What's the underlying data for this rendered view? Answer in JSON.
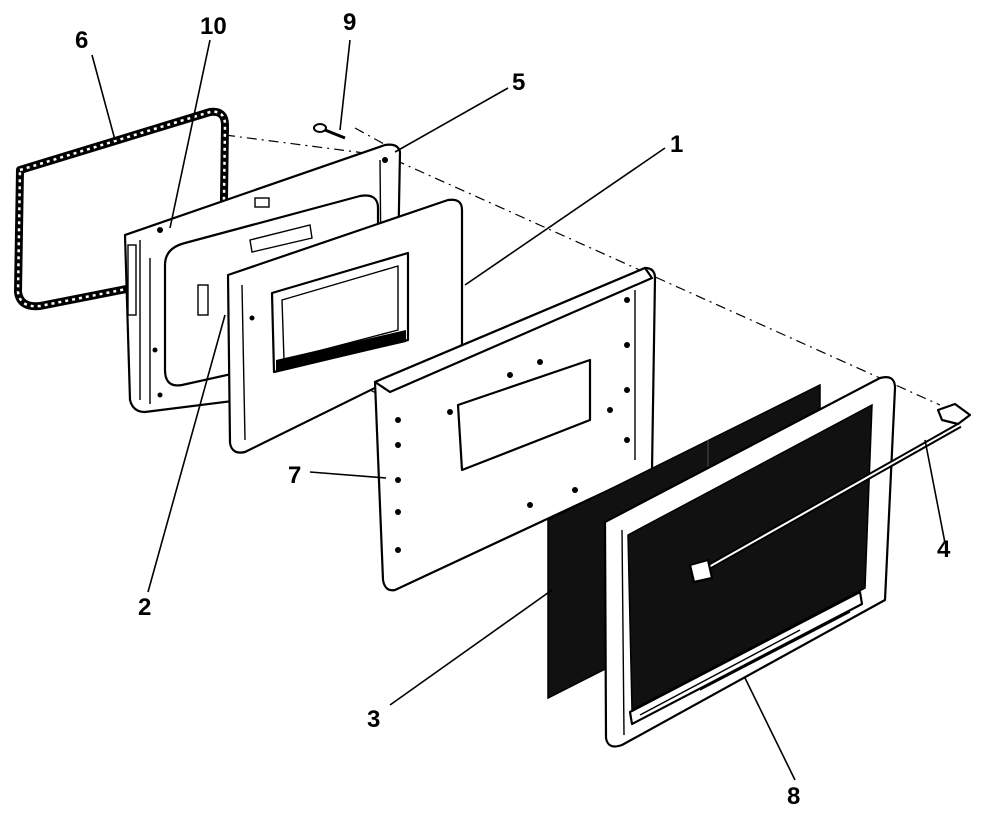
{
  "diagram": {
    "callouts": [
      {
        "id": "6",
        "label": "6"
      },
      {
        "id": "10",
        "label": "10"
      },
      {
        "id": "9",
        "label": "9"
      },
      {
        "id": "5",
        "label": "5"
      },
      {
        "id": "1",
        "label": "1"
      },
      {
        "id": "7",
        "label": "7"
      },
      {
        "id": "4",
        "label": "4"
      },
      {
        "id": "2",
        "label": "2"
      },
      {
        "id": "3",
        "label": "3"
      },
      {
        "id": "8",
        "label": "8"
      }
    ]
  }
}
